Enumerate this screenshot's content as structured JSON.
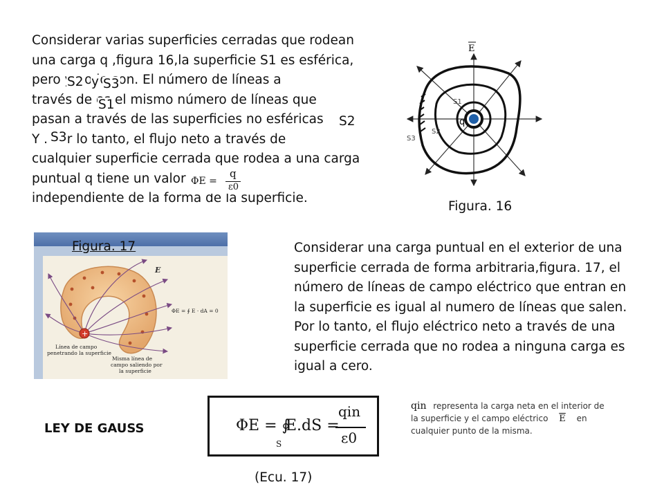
{
  "paragraph1": {
    "lines": [
      "Considerar varias superficies cerradas que rodean",
      "una carga q ,figura 16,la superficie S1 es esférica,",
      "pero           y           no lo son. El número de líneas a",
      "través de           es el mismo número de líneas que",
      "pasan a través de las superficies no esféricas",
      "Y          . Por lo tanto, el flujo neto a través de",
      "cualquier superficie cerrada que rodea a una carga",
      "puntual  q tiene un valor                        y es",
      "independiente de la forma de la superficie."
    ],
    "tokens": {
      "s2": "S2",
      "y": "y",
      "s3": "S3",
      "s1": "S1",
      "s2b": "S2",
      "s3b": "S3"
    },
    "inline_formula": {
      "lhs": "ΦE =",
      "num": "q",
      "den": "ε0"
    }
  },
  "figure16": {
    "caption": "Figura. 16",
    "field_label": "E",
    "charge_label": "q",
    "surface_labels": {
      "s1": "S1",
      "s2": "S2",
      "s3": "S3"
    }
  },
  "figure17": {
    "caption": "Figura. 17",
    "field_label": "E",
    "formula": "ΦE = ∮ E · dA = 0",
    "label_in": [
      "Línea de campo",
      "penetrando la superficie"
    ],
    "label_out": [
      "Misma línea de",
      "campo saliendo por",
      "la superficie"
    ]
  },
  "paragraph2": {
    "lines": [
      "Considerar una carga puntual en el exterior de una",
      "superficie cerrada de forma arbitraria,figura. 17, el",
      "número de líneas de campo eléctrico que entran en",
      "la superficie es igual al numero de líneas que salen.",
      "Por lo tanto, el flujo eléctrico neto a través de una",
      "superficie cerrada que no rodea a ninguna carga es",
      "igual a cero."
    ]
  },
  "gauss": {
    "title": "LEY DE GAUSS",
    "equation": {
      "lhs": "ΦE = ∮",
      "sub": "S",
      "mid": "E.dS =",
      "num": "qin",
      "den": "ε0"
    },
    "caption": "(Ecu. 17)"
  },
  "note": {
    "symbol": "qin",
    "line1": "representa la carga neta en el interior de",
    "line2a": "la superficie  y  el campo eléctrico",
    "field_symbol": "E",
    "line2b": "en",
    "line3": "cualquier punto de la misma."
  }
}
